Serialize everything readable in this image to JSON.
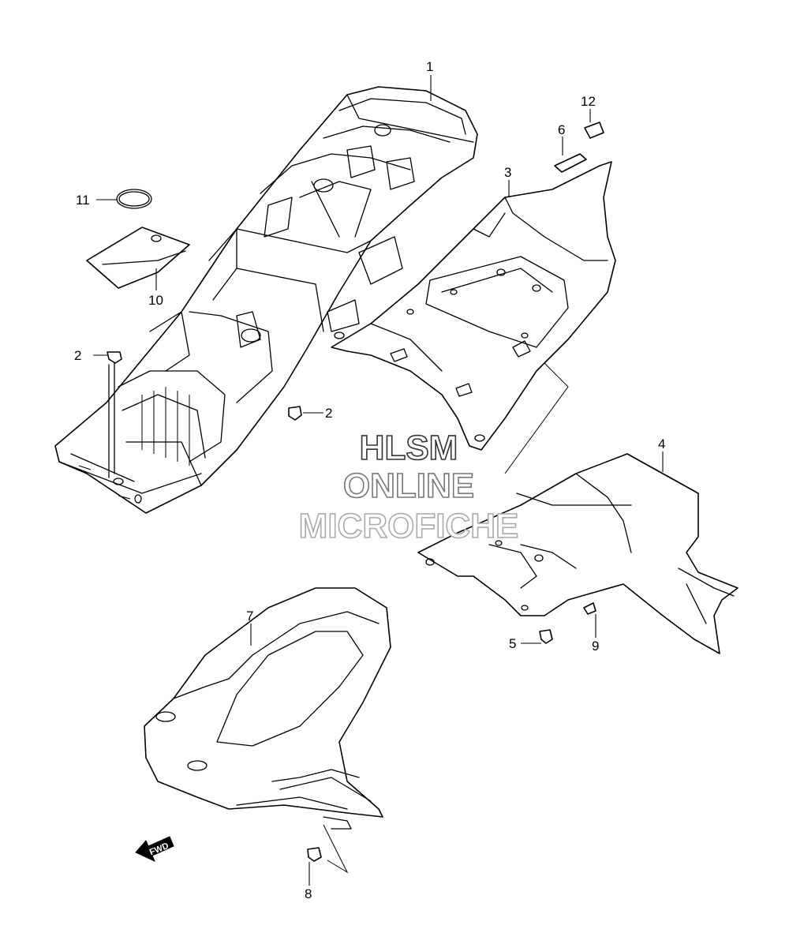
{
  "callouts": {
    "c1": "1",
    "c2a": "2",
    "c2b": "2",
    "c3": "3",
    "c4": "4",
    "c5": "5",
    "c6": "6",
    "c7": "7",
    "c8": "8",
    "c9": "9",
    "c10": "10",
    "c11": "11",
    "c12": "12"
  },
  "watermark": {
    "line1": "HLSM",
    "line2": "ONLINE",
    "line3": "MICROFICHE",
    "color": "#555555"
  },
  "fwd_label": "FWD",
  "icons": {
    "forward-arrow": "fwd-arrow-icon",
    "bolt": "bolt-icon",
    "oring": "o-ring-icon"
  }
}
